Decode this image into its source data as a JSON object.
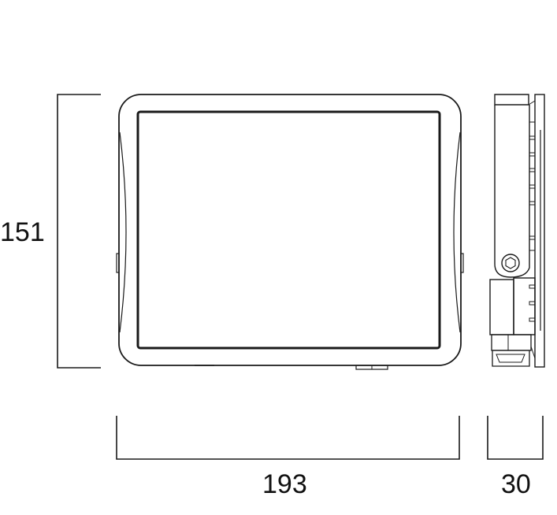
{
  "drawing": {
    "type": "technical-dimension-drawing",
    "views": [
      "front-view",
      "side-view"
    ],
    "line_color": "#1a1a1a",
    "background": "#ffffff"
  },
  "dimensions": {
    "height": {
      "value": "151",
      "orientation": "vertical",
      "view": "front"
    },
    "width": {
      "value": "193",
      "orientation": "horizontal",
      "view": "front"
    },
    "depth": {
      "value": "30",
      "orientation": "horizontal",
      "view": "side"
    }
  }
}
